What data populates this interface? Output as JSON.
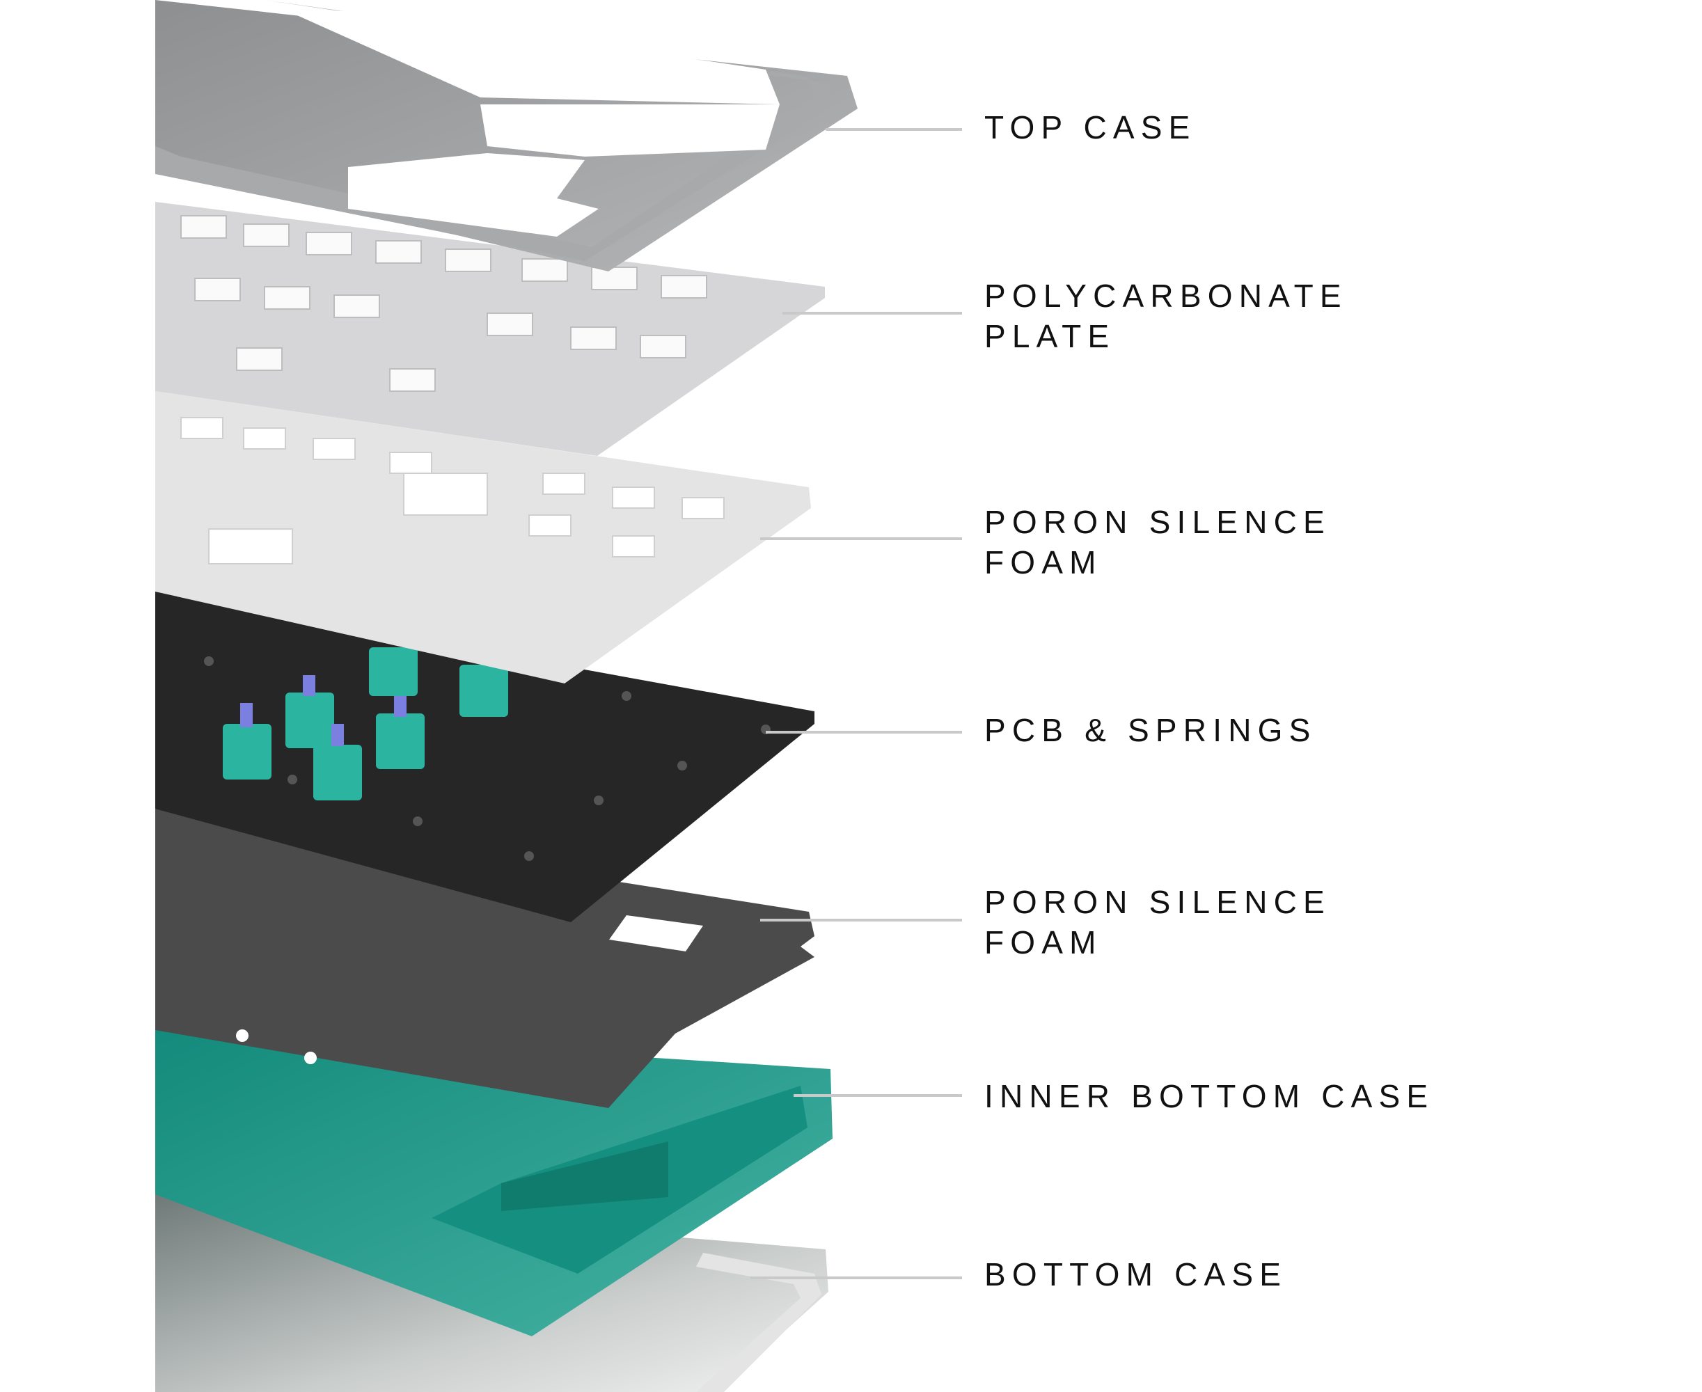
{
  "labels": [
    {
      "id": "top-case",
      "lines": [
        "TOP CASE"
      ]
    },
    {
      "id": "polycarbonate-plate",
      "lines": [
        "POLYCARBONATE",
        "PLATE"
      ]
    },
    {
      "id": "poron-silence-foam-upper",
      "lines": [
        "PORON SILENCE",
        "FOAM"
      ]
    },
    {
      "id": "pcb-springs",
      "lines": [
        "PCB & SPRINGS"
      ]
    },
    {
      "id": "poron-silence-foam-lower",
      "lines": [
        "PORON SILENCE",
        "FOAM"
      ]
    },
    {
      "id": "inner-bottom-case",
      "lines": [
        "INNER BOTTOM CASE"
      ]
    },
    {
      "id": "bottom-case",
      "lines": [
        "BOTTOM CASE"
      ]
    }
  ],
  "colors": {
    "top_case": "#9a9b9d",
    "plate": "#d9d9db",
    "foam_upper": "#e6e6e6",
    "pcb": "#2a2a2a",
    "foam_lower": "#4a4a4a",
    "inner_bottom_case": "#1f9a8a",
    "bottom_case": "#b8bcbc",
    "switch": "#2bb5a0",
    "stem": "#7b7fe0"
  }
}
